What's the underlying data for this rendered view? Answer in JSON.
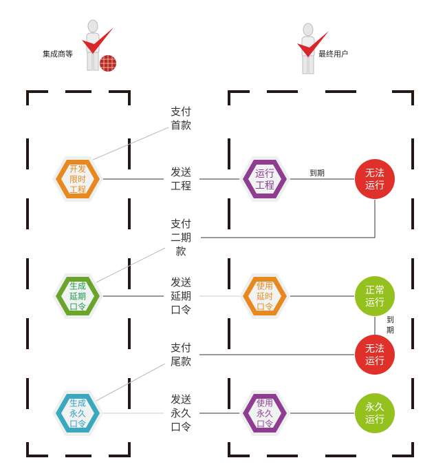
{
  "actors": {
    "integrator": {
      "label": "集成商等",
      "icon": "person-checkmark-globe-icon"
    },
    "end_user": {
      "label": "最终用户",
      "icon": "person-checkmark-icon"
    }
  },
  "hexagons": [
    {
      "id": "develop",
      "text": [
        "开发",
        "限时",
        "工程"
      ],
      "color": "#e8891f",
      "text_color": "#e8891f"
    },
    {
      "id": "gen-extend",
      "text": [
        "生成",
        "延期",
        "口令"
      ],
      "color": "#6aa42a",
      "text_color": "#1e9a4a"
    },
    {
      "id": "gen-perm",
      "text": [
        "生成",
        "永久",
        "口令"
      ],
      "color": "#3aa9bf",
      "text_color": "#2a9fc0"
    },
    {
      "id": "run",
      "text": [
        "运行",
        "工程"
      ],
      "color": "#8e3d91",
      "text_color": "#8e3d91"
    },
    {
      "id": "use-extend",
      "text": [
        "使用",
        "延时",
        "口令"
      ],
      "color": "#e8891f",
      "text_color": "#e8891f"
    },
    {
      "id": "use-perm",
      "text": [
        "使用",
        "永久",
        "口令"
      ],
      "color": "#8e3d91",
      "text_color": "#8e3d91"
    }
  ],
  "circles": [
    {
      "id": "cannot-run-1",
      "text": [
        "无法",
        "运行"
      ],
      "color": "#e0302a"
    },
    {
      "id": "normal-run",
      "text": [
        "正常",
        "运行"
      ],
      "color": "#95c11f"
    },
    {
      "id": "cannot-run-2",
      "text": [
        "无法",
        "运行"
      ],
      "color": "#e0302a"
    },
    {
      "id": "perm-run",
      "text": [
        "永久",
        "运行"
      ],
      "color": "#95c11f"
    }
  ],
  "flow_labels": [
    {
      "id": "pay-first",
      "text": "支付首款"
    },
    {
      "id": "send-project",
      "text": "发送工程"
    },
    {
      "id": "pay-second",
      "text": "支付二期款"
    },
    {
      "id": "send-extend",
      "text": "发送延期口令"
    },
    {
      "id": "pay-final",
      "text": "支付尾款"
    },
    {
      "id": "send-perm",
      "text": "发送永久口令"
    }
  ],
  "expire_labels": [
    "到期",
    "到期"
  ]
}
